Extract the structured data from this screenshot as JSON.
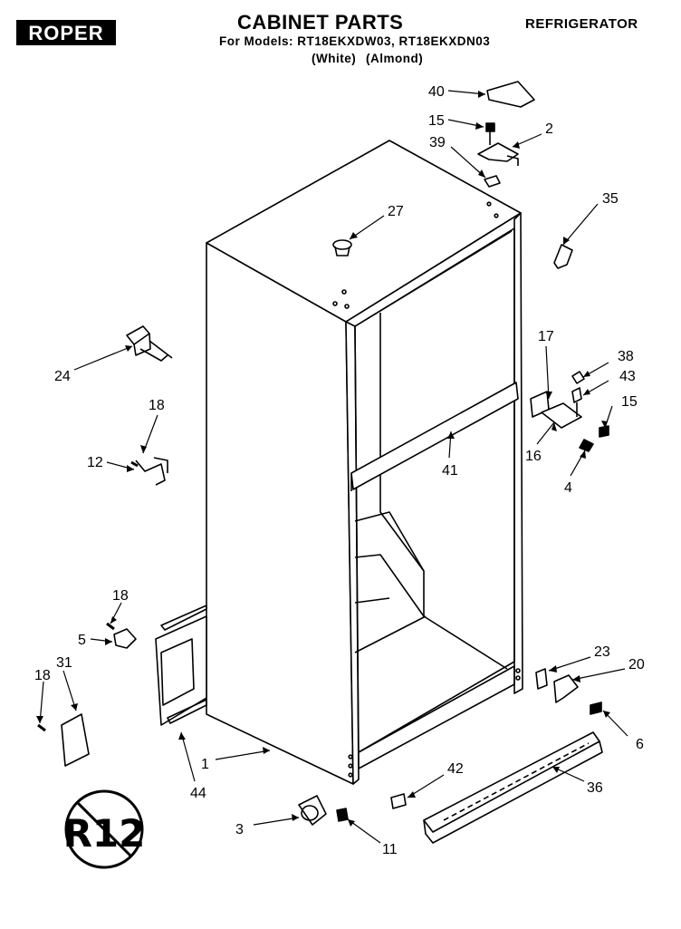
{
  "brand": "ROPER",
  "header": {
    "title": "CABINET PARTS",
    "models_line": "For Models: RT18EKXDW03, RT18EKXDN03",
    "color_white": "(White)",
    "color_almond": "(Almond)",
    "category": "REFRIGERATOR"
  },
  "callouts": [
    "40",
    "15",
    "2",
    "39",
    "35",
    "27",
    "24",
    "18",
    "12",
    "17",
    "38",
    "43",
    "15",
    "16",
    "4",
    "41",
    "18",
    "5",
    "31",
    "18",
    "23",
    "20",
    "6",
    "1",
    "44",
    "42",
    "36",
    "3",
    "11"
  ],
  "seal_text": "R12"
}
